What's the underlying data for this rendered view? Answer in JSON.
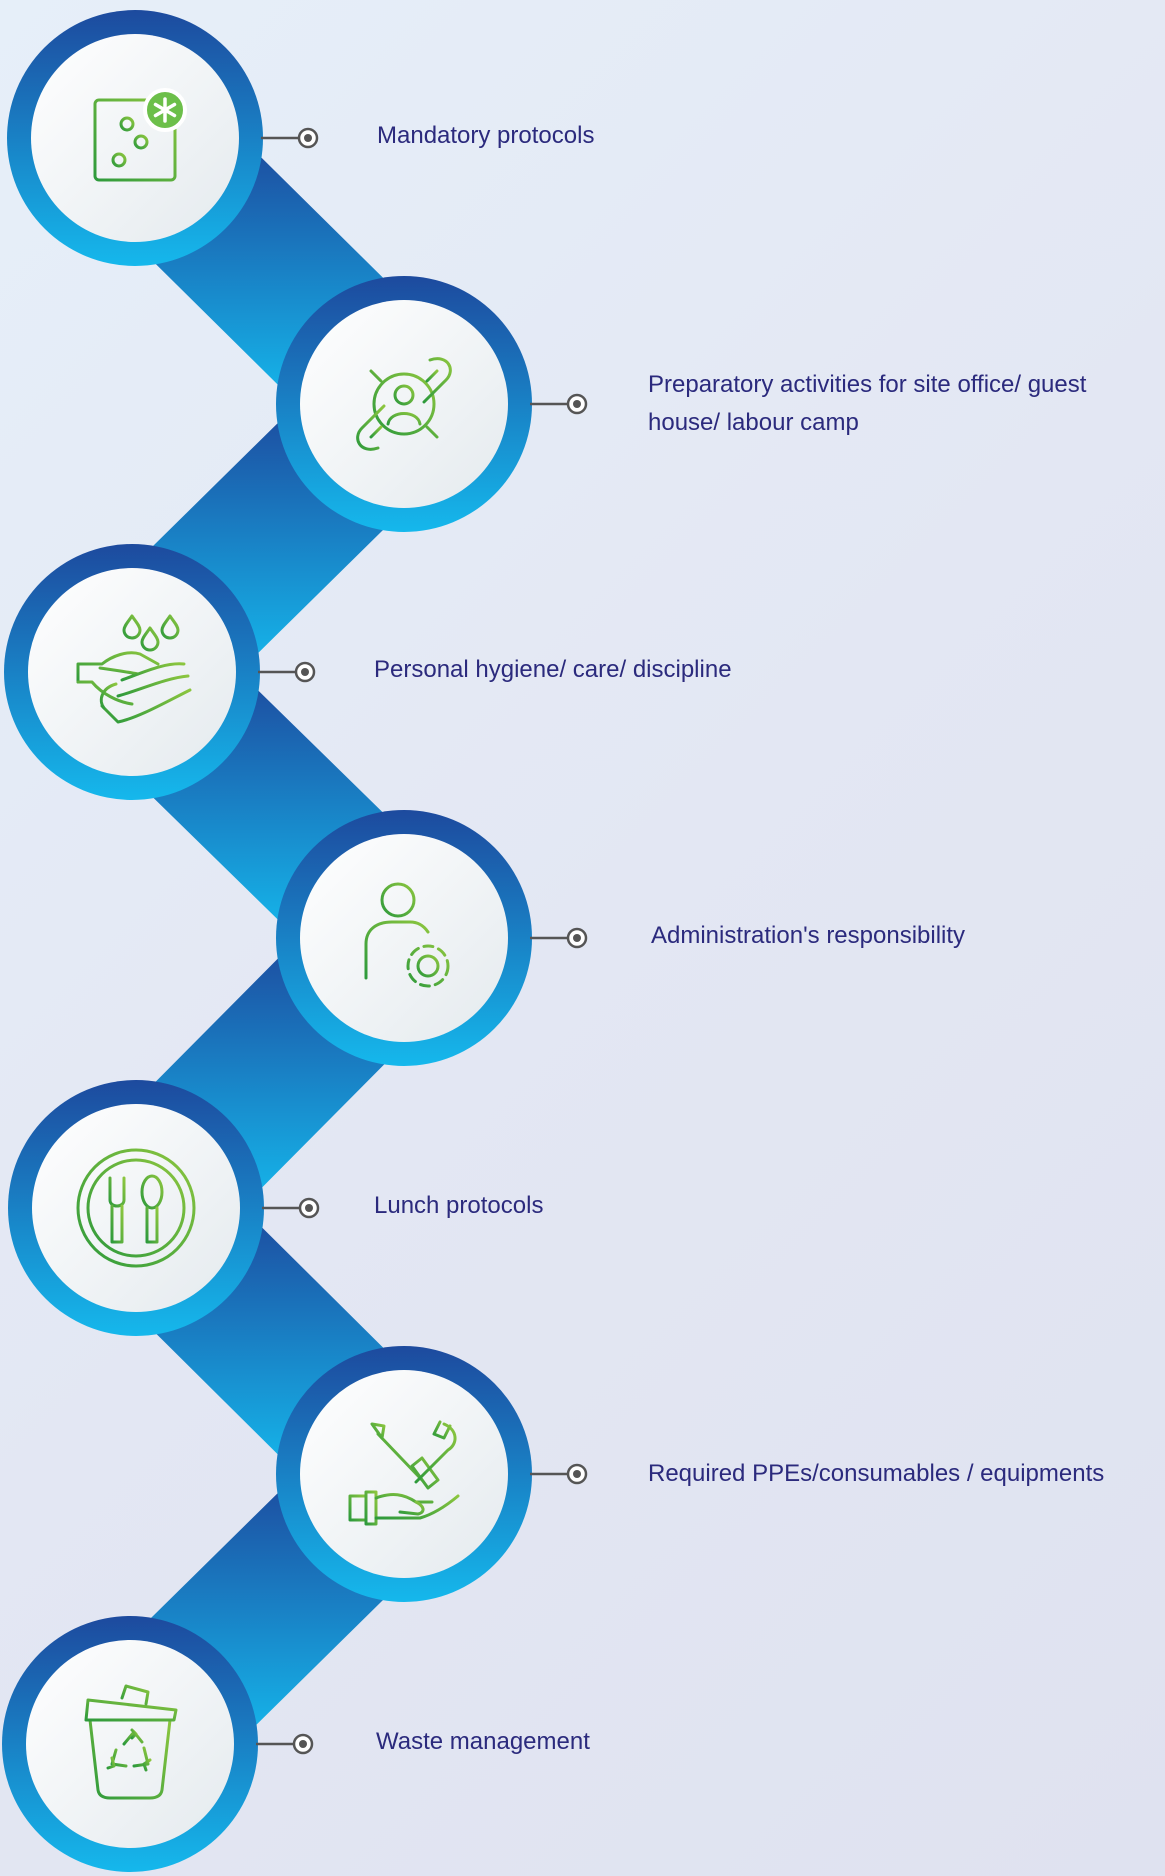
{
  "theme": {
    "ribbon_top": "#1d4a9e",
    "ribbon_bottom": "#15b8ec",
    "icon_green_dark": "#2e9a3c",
    "icon_green_light": "#8cc63f",
    "label_color": "#2b2a7d",
    "connector_color": "#555555"
  },
  "steps": [
    {
      "label": "Mandatory protocols",
      "icon": "settings-sliders-asterisk-icon"
    },
    {
      "label": "Preparatory activities for site office/ guest house/ labour camp",
      "icon": "gear-wrench-person-icon"
    },
    {
      "label": "Personal hygiene/ care/ discipline",
      "icon": "hand-washing-icon"
    },
    {
      "label": "Administration's responsibility",
      "icon": "admin-person-gear-icon"
    },
    {
      "label": "Lunch protocols",
      "icon": "plate-fork-spoon-icon"
    },
    {
      "label": "Required PPEs/consumables / equipments",
      "icon": "hand-tools-icon"
    },
    {
      "label": "Waste management",
      "icon": "recycle-bin-icon"
    }
  ]
}
